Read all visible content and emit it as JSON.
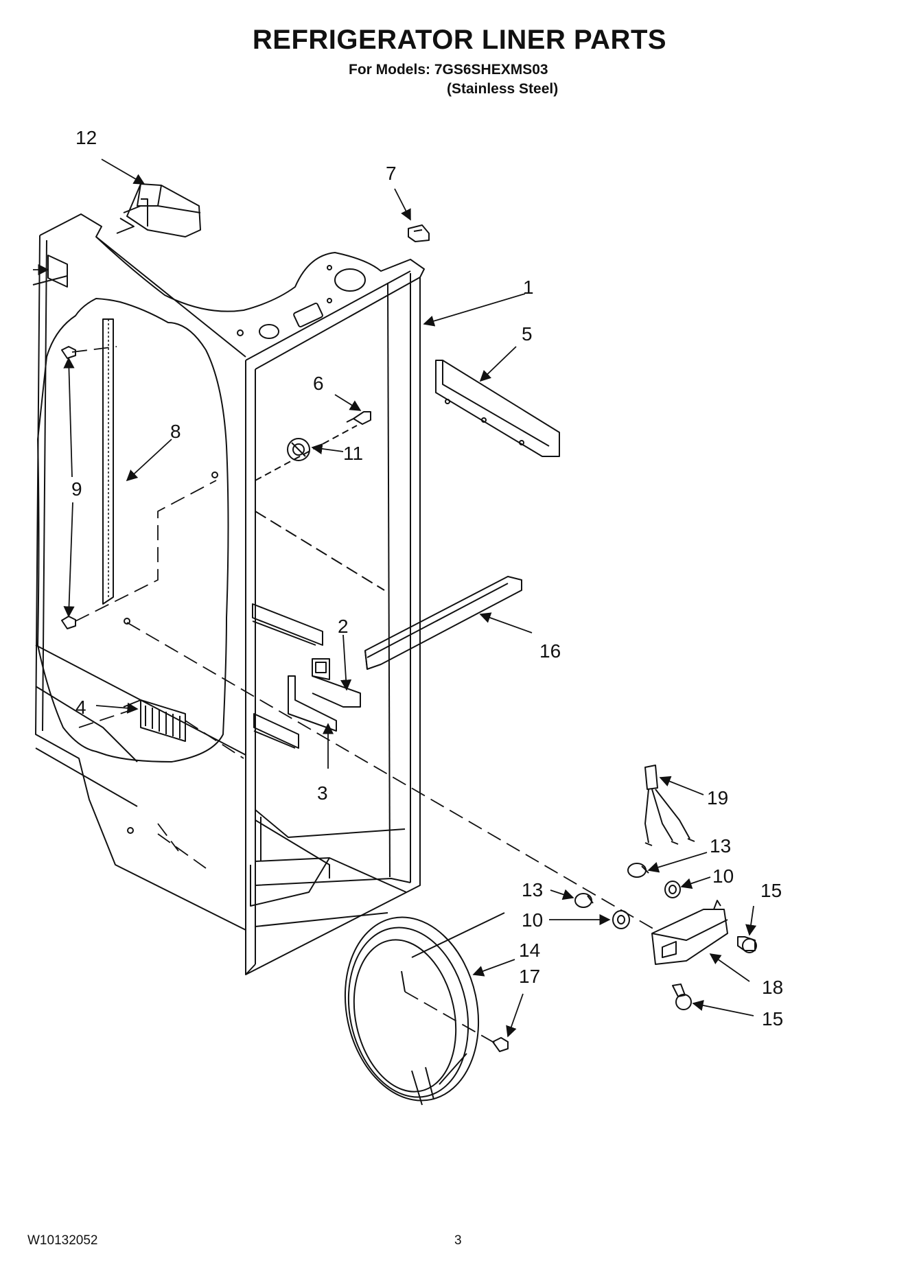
{
  "header": {
    "title": "REFRIGERATOR LINER PARTS",
    "models_line1": "For Models: 7GS6SHEXMS03",
    "models_line2": "(Stainless Steel)"
  },
  "callouts": {
    "c1": "1",
    "c2": "2",
    "c3": "3",
    "c4": "4",
    "c5": "5",
    "c6": "6",
    "c7": "7",
    "c8": "8",
    "c9a": "9",
    "c9b": "9",
    "c10a": "10",
    "c10b": "10",
    "c11": "11",
    "c12": "12",
    "c13a": "13",
    "c13b": "13",
    "c14": "14",
    "c15a": "15",
    "c15b": "15",
    "c16": "16",
    "c17": "17",
    "c18": "18",
    "c19": "19"
  },
  "footer": {
    "doc_id": "W10132052",
    "page": "3"
  }
}
